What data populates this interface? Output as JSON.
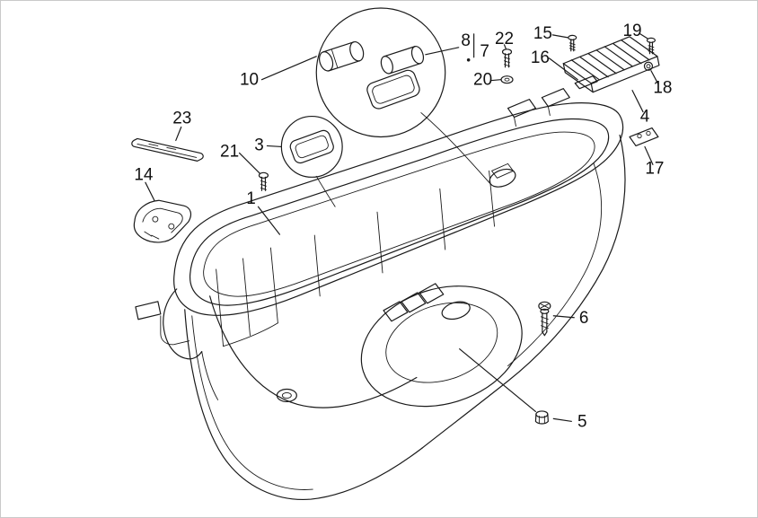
{
  "colors": {
    "line": "#1a1a1a",
    "background": "#ffffff",
    "border": "#c9c9c9"
  },
  "labels": [
    {
      "id": "part-1",
      "text": "1"
    },
    {
      "id": "part-3",
      "text": "3"
    },
    {
      "id": "part-4",
      "text": "4"
    },
    {
      "id": "part-5",
      "text": "5"
    },
    {
      "id": "part-6",
      "text": "6"
    },
    {
      "id": "part-7",
      "text": "7"
    },
    {
      "id": "part-8",
      "text": "8"
    },
    {
      "id": "part-10",
      "text": "10"
    },
    {
      "id": "part-14",
      "text": "14"
    },
    {
      "id": "part-15",
      "text": "15"
    },
    {
      "id": "part-16",
      "text": "16"
    },
    {
      "id": "part-17",
      "text": "17"
    },
    {
      "id": "part-18",
      "text": "18"
    },
    {
      "id": "part-19",
      "text": "19"
    },
    {
      "id": "part-20",
      "text": "20"
    },
    {
      "id": "part-21",
      "text": "21"
    },
    {
      "id": "part-22",
      "text": "22"
    },
    {
      "id": "part-23",
      "text": "23"
    }
  ]
}
